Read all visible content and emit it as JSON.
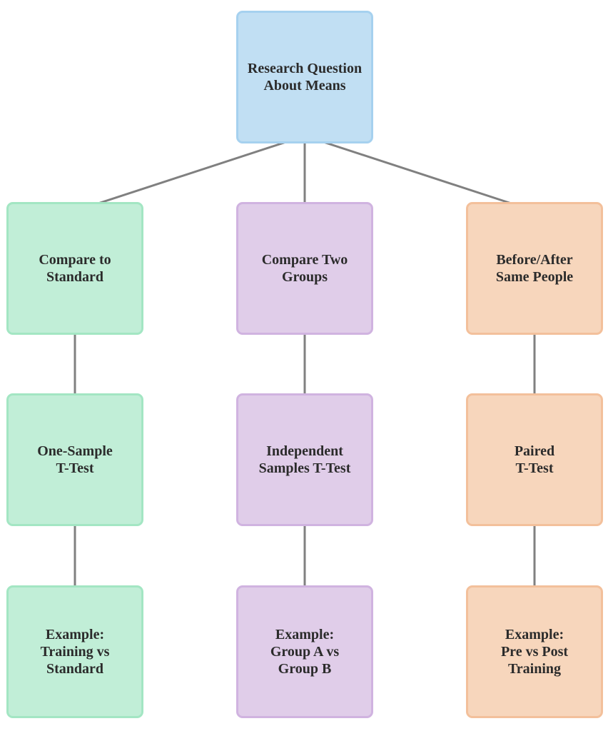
{
  "diagram": {
    "root": {
      "id": "root",
      "label": "Research Question\nAbout Means",
      "color": "blue"
    },
    "columns": [
      {
        "nodes": [
          {
            "id": "standard",
            "label": "Compare to\nStandard",
            "color": "green"
          },
          {
            "id": "one-sample",
            "label": "One-Sample\nT-Test",
            "color": "green"
          },
          {
            "id": "example-one",
            "label": "Example:\nTraining vs\nStandard",
            "color": "green"
          }
        ]
      },
      {
        "nodes": [
          {
            "id": "two-groups",
            "label": "Compare Two\nGroups",
            "color": "purple"
          },
          {
            "id": "independent",
            "label": "Independent\nSamples T-Test",
            "color": "purple"
          },
          {
            "id": "example-two",
            "label": "Example:\nGroup A vs\nGroup B",
            "color": "purple"
          }
        ]
      },
      {
        "nodes": [
          {
            "id": "before-after",
            "label": "Before/After\nSame People",
            "color": "orange"
          },
          {
            "id": "paired",
            "label": "Paired\nT-Test",
            "color": "orange"
          },
          {
            "id": "example-paired",
            "label": "Example:\nPre vs Post\nTraining",
            "color": "orange"
          }
        ]
      }
    ],
    "edges": [
      [
        "root",
        "standard"
      ],
      [
        "root",
        "two-groups"
      ],
      [
        "root",
        "before-after"
      ],
      [
        "standard",
        "one-sample"
      ],
      [
        "one-sample",
        "example-one"
      ],
      [
        "two-groups",
        "independent"
      ],
      [
        "independent",
        "example-two"
      ],
      [
        "before-after",
        "paired"
      ],
      [
        "paired",
        "example-paired"
      ]
    ],
    "edge_color": "#808080"
  }
}
